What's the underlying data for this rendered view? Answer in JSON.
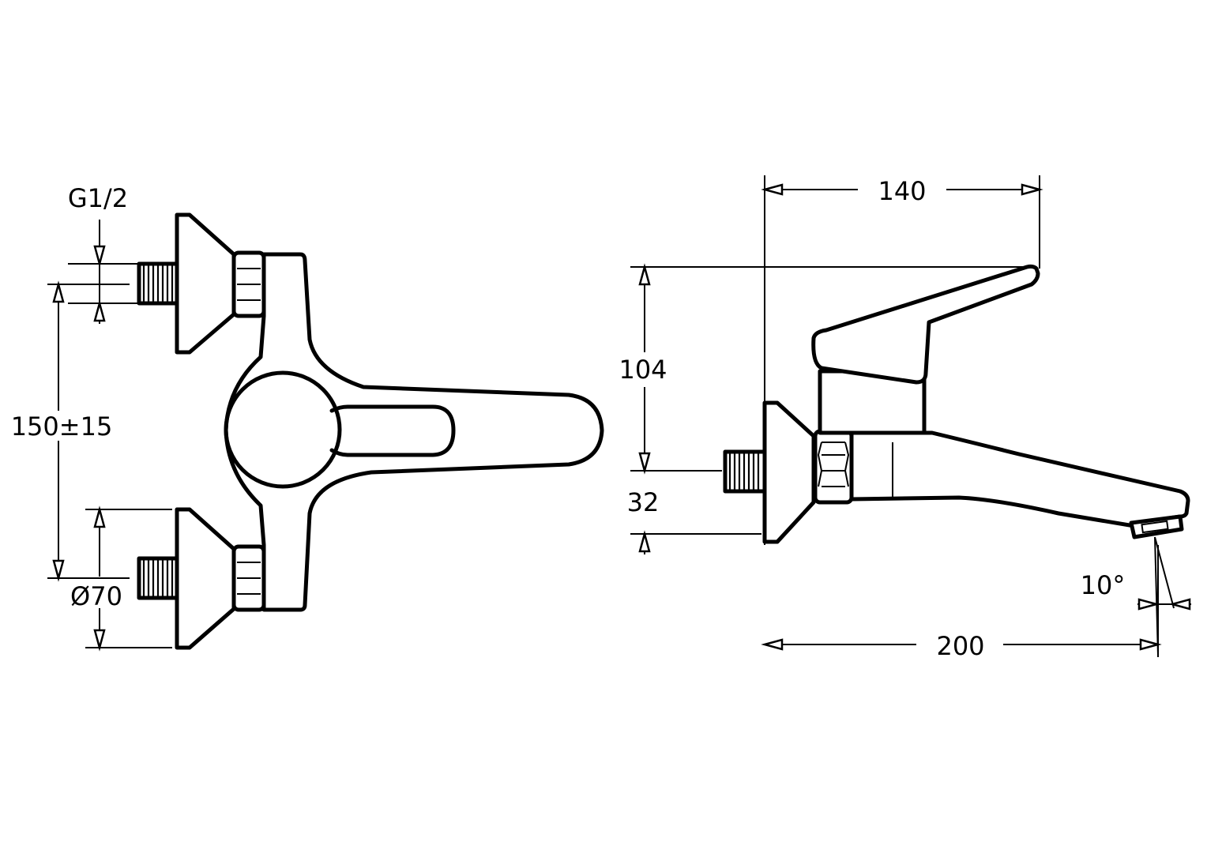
{
  "dimensions": {
    "thread": "G1/2",
    "spacing": "150±15",
    "flange_diameter": "Ø70",
    "depth_lever": "140",
    "height": "104",
    "outlet_height": "32",
    "angle": "10°",
    "projection": "200"
  }
}
